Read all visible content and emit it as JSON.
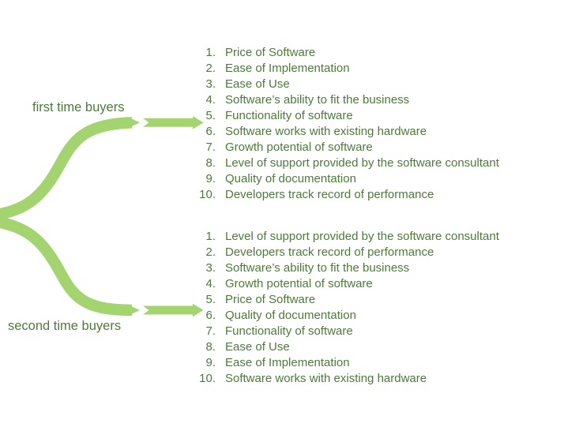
{
  "colors": {
    "background": "#ffffff",
    "branch": "#a3d470",
    "text": "#4d7a3a"
  },
  "diagram": {
    "numbers": [
      "1.",
      "2.",
      "3.",
      "4.",
      "5.",
      "6.",
      "7.",
      "8.",
      "9.",
      "10."
    ],
    "branches": [
      {
        "label": "first time buyers",
        "items": [
          "Price of Software",
          "Ease of Implementation",
          "Ease of Use",
          "Software’s ability to fit the business",
          "Functionality of software",
          "Software works with existing hardware",
          "Growth potential of software",
          "Level of support provided by the software consultant",
          "Quality of documentation",
          "Developers track record of performance"
        ]
      },
      {
        "label": "second time buyers",
        "items": [
          "Level of support provided by the software consultant",
          "Developers track record of performance",
          "Software’s ability to fit the business",
          "Growth potential of software",
          "Price of Software",
          "Quality of documentation",
          "Functionality of software",
          "Ease of Use",
          "Ease of Implementation",
          "Software works with existing hardware"
        ]
      }
    ]
  }
}
